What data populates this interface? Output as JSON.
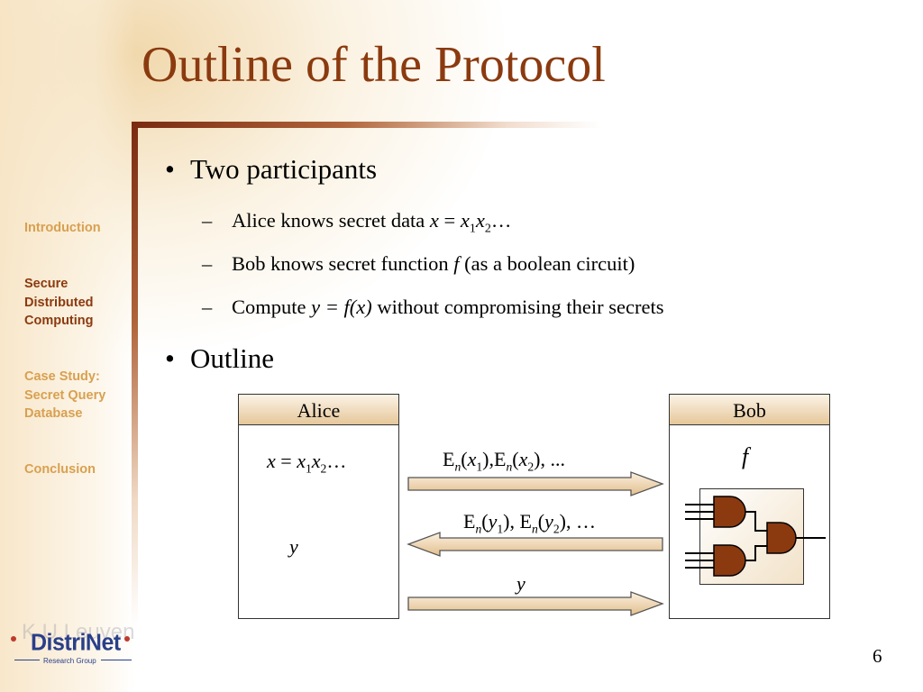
{
  "slide": {
    "title": "Outline of the Protocol",
    "page_number": "6"
  },
  "nav": {
    "items": [
      {
        "label": "Introduction",
        "active": false
      },
      {
        "label": "Secure\nDistributed\nComputing",
        "active": true
      },
      {
        "label": "Case Study:\nSecret Query\nDatabase",
        "active": false
      },
      {
        "label": "Conclusion",
        "active": false
      }
    ]
  },
  "content": {
    "bullet1": "Two participants",
    "sub1_text": "Alice knows secret data ",
    "sub1_math": {
      "x": "x",
      "eq": " = ",
      "x1": "x",
      "s1": "1",
      "x2": "x",
      "s2": "2",
      "dots": "…"
    },
    "sub2_text": "Bob knows secret function ",
    "sub2_f": "f",
    "sub2_rest": "  (as a boolean circuit)",
    "sub3_pre": "Compute ",
    "sub3_math": "y = f(x)",
    "sub3_rest": " without compromising their secrets",
    "bullet2": "Outline"
  },
  "diagram": {
    "alice_label": "Alice",
    "bob_label": "Bob",
    "alice_x": {
      "x": "x",
      "eq": " = ",
      "x1": "x",
      "s1": "1",
      "x2": "x",
      "s2": "2",
      "dots": "…"
    },
    "alice_y": "y",
    "bob_f": "f",
    "arrow1": {
      "E1": "E",
      "n1": "n",
      "pa": "(",
      "xa": "x",
      "sa": "1",
      "pb": "),",
      "E2": "E",
      "n2": "n",
      "pc": "(",
      "xb": "x",
      "sb": "2",
      "pd": "), ..."
    },
    "arrow2": {
      "E1": "E",
      "n1": "n",
      "pa": "(",
      "ya": "y",
      "sa": "1",
      "pb": "), ",
      "E2": "E",
      "n2": "n",
      "pc": "(",
      "yb": "y",
      "sb": "2",
      "pd": "), …"
    },
    "arrow3": "y"
  },
  "logo": {
    "watermark": "K.U.Leuven",
    "brand": "DistriNet",
    "sub": "Research Group"
  },
  "colors": {
    "title": "#8b3a0f",
    "nav_inactive": "#d8a050",
    "nav_active": "#8b3a0f",
    "gate_fill": "#8b3a0f",
    "arrow_fill": "#f0d9b5"
  }
}
